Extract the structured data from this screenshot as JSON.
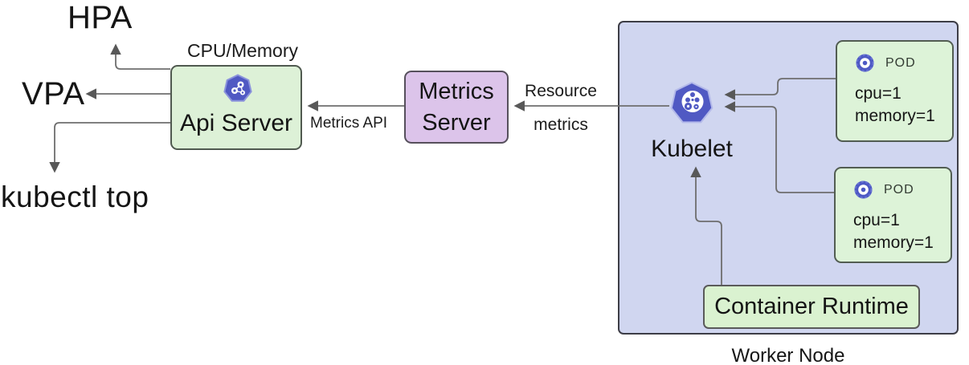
{
  "diagram": {
    "consumers": {
      "hpa": "HPA",
      "vpa": "VPA",
      "kubectl_top": "kubectl top"
    },
    "edge_labels": {
      "cpu_memory": "CPU/Memory",
      "metrics_api": "Metrics API",
      "resource_line1": "Resource",
      "resource_line2": "metrics"
    },
    "nodes": {
      "api_server": {
        "label": "Api Server",
        "icon": "kubernetes-icon"
      },
      "metrics_server": {
        "label_line1": "Metrics",
        "label_line2": "Server"
      },
      "kubelet": {
        "label": "Kubelet",
        "icon": "kubernetes-icon"
      },
      "pod1": {
        "title": "POD",
        "icon": "pod-icon",
        "cpu": "cpu=1",
        "memory": "memory=1"
      },
      "pod2": {
        "title": "POD",
        "icon": "pod-icon",
        "cpu": "cpu=1",
        "memory": "memory=1"
      },
      "container_runtime": {
        "label": "Container Runtime"
      },
      "worker_node": {
        "label": "Worker Node"
      }
    },
    "colors": {
      "green_box_fill": "#ddf1d7",
      "purple_box_fill": "#dcc4ea",
      "worker_node_fill": "#d0d6f0",
      "icon_blue": "#5059c3",
      "connector_line": "#6e6e6e",
      "text": "#1b1b1b"
    }
  }
}
